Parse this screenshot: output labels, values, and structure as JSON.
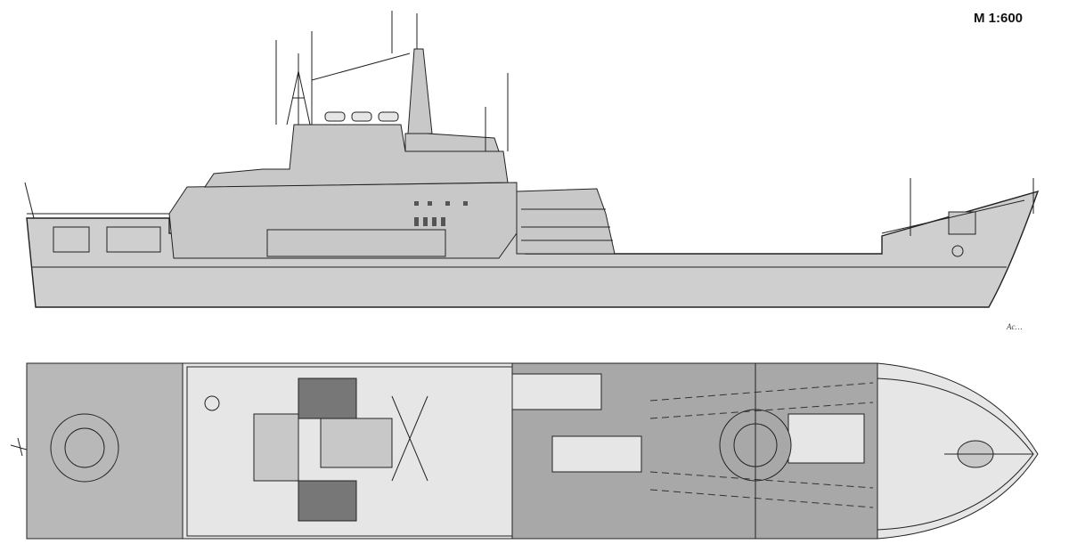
{
  "drawing": {
    "scale_label": "M 1:600",
    "views": [
      "side-profile",
      "top-plan"
    ],
    "signature": "Ac..."
  },
  "colors": {
    "hull": "#cfcfcf",
    "deck": "#b0b0b0",
    "line": "#222222"
  }
}
